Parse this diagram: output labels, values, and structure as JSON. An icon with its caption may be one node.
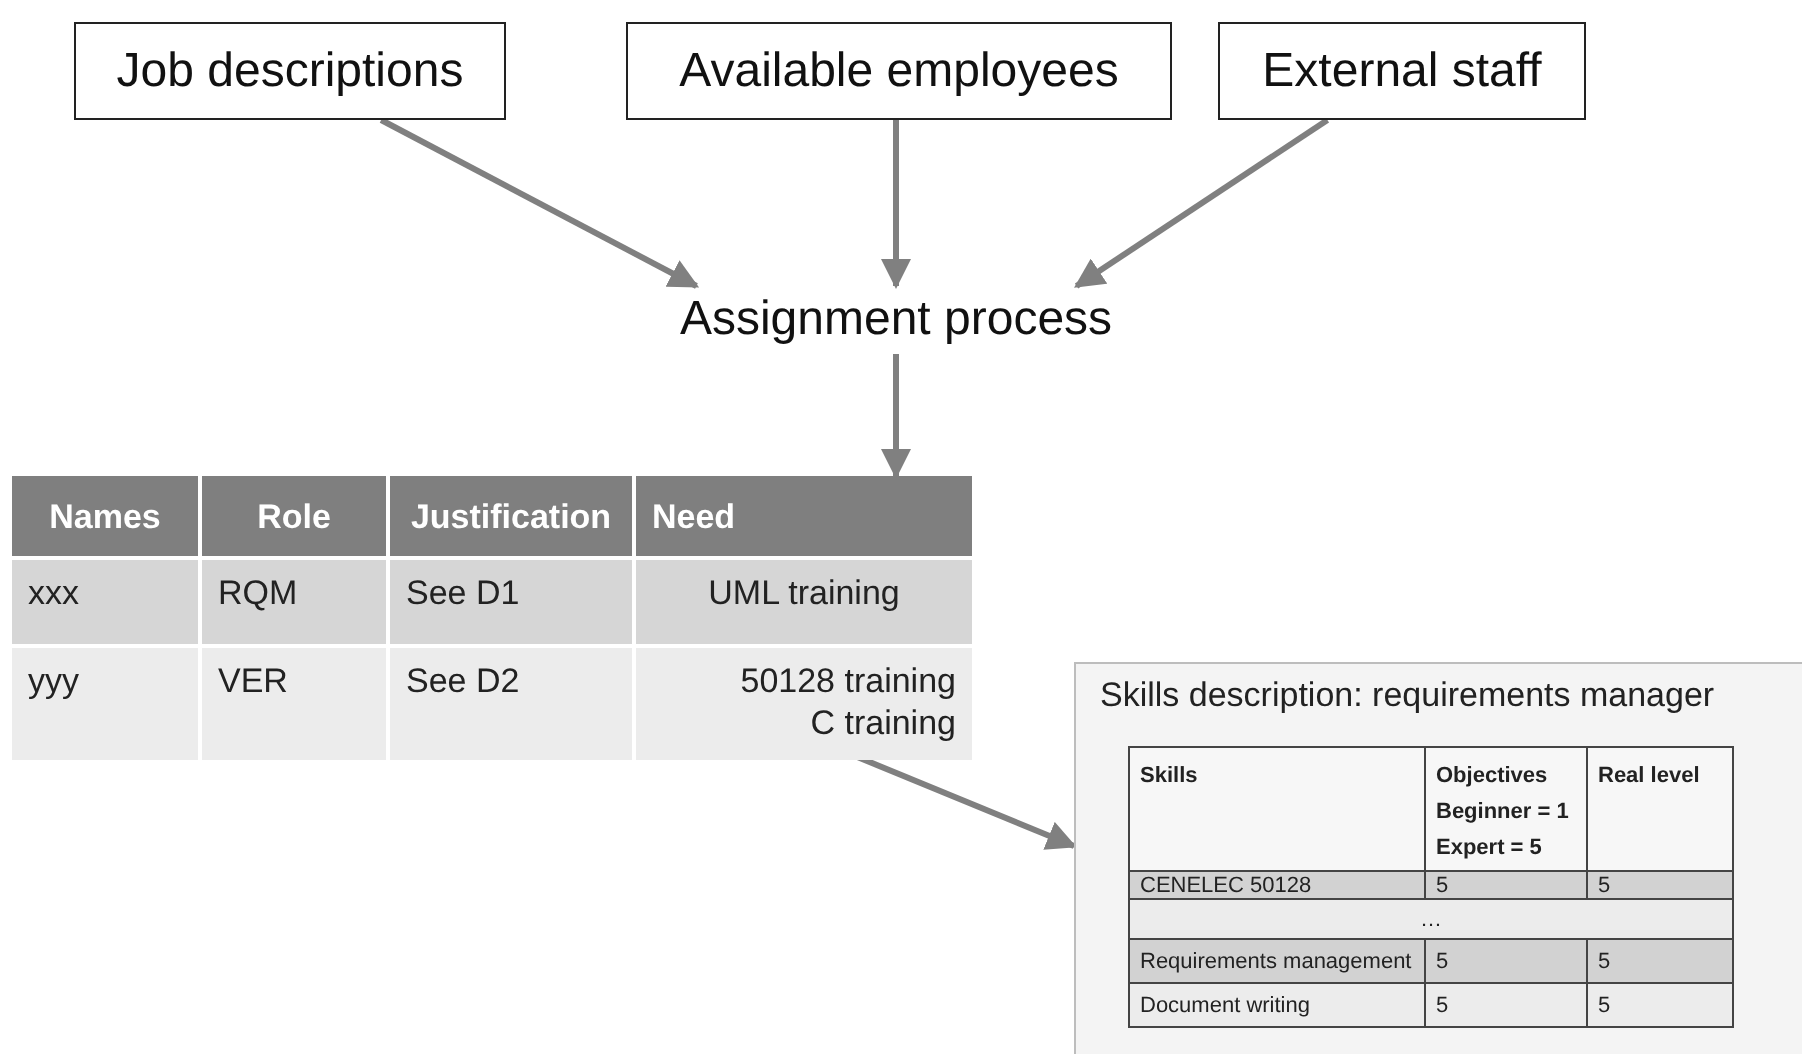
{
  "diagram": {
    "nodes": [
      {
        "text": [
          "Job descriptions"
        ]
      },
      {
        "text": [
          "Available employees"
        ]
      },
      {
        "text": [
          "External staff"
        ]
      },
      {
        "text": [
          "Assignment process"
        ]
      },
      {
        "text": [],
        "shape": "table"
      },
      {
        "text": [
          "See D1"
        ],
        "in": 4
      },
      {
        "text": [
          "Skills description: requirements manager"
        ]
      }
    ],
    "edges": [
      {
        "from": 0,
        "to": 3,
        "arrow": "to"
      },
      {
        "from": 1,
        "to": 3,
        "arrow": "to"
      },
      {
        "from": 2,
        "to": 3,
        "arrow": "to"
      },
      {
        "from": 3,
        "to": 4,
        "arrow": "to"
      },
      {
        "from": 5,
        "to": 6,
        "arrow": "to"
      }
    ],
    "labels": [
      "Names",
      "Role",
      "Justification",
      "Need",
      "xxx",
      "RQM",
      "UML training",
      "yyy",
      "VER",
      "See D2",
      "50128 training",
      "C training",
      "Skills",
      "Objectives",
      "Beginner = 1",
      "Expert = 5",
      "Real level",
      "CENELEC 50128",
      "5",
      "5",
      "…",
      "Requirements management",
      "5",
      "5",
      "Document writing",
      "5",
      "5"
    ]
  }
}
